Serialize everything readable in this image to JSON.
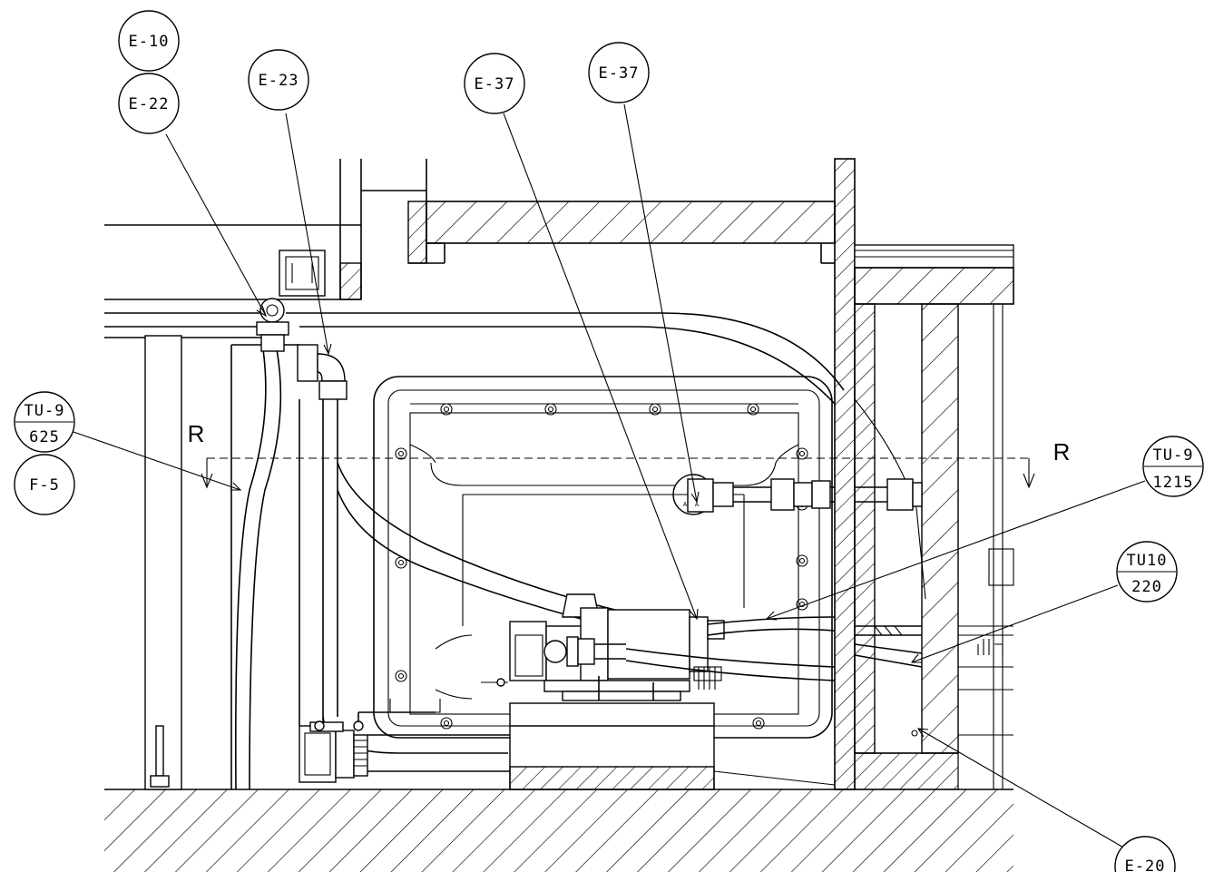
{
  "callouts": {
    "e10": "E-10",
    "e22": "E-22",
    "e23": "E-23",
    "e37_left": "E-37",
    "e37_right": "E-37",
    "tu9_left_top": "TU-9",
    "tu9_left_bottom": "625",
    "f5": "F-5",
    "tu9_right_top": "TU-9",
    "tu9_right_bottom": "1215",
    "tu10_top": "TU10",
    "tu10_bottom": "220",
    "e20": "E-20"
  },
  "section_markers": {
    "left": "R",
    "right": "R"
  },
  "valve_marks": {
    "a": "A",
    "b": "A"
  }
}
